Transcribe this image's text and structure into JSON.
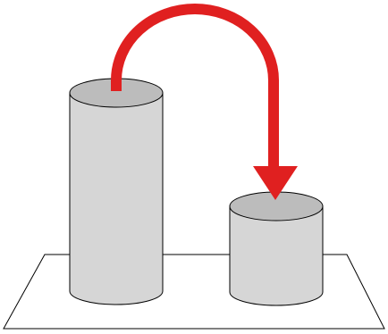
{
  "diagram": {
    "cylinders": [
      {
        "id": "tall",
        "relative_height": "tall"
      },
      {
        "id": "short",
        "relative_height": "short"
      }
    ],
    "arrow": {
      "from": "tall",
      "to": "short"
    },
    "colors": {
      "cylinder_body": "#d6d6d6",
      "cylinder_top": "#bcbcbc",
      "outline": "#000000",
      "arrow": "#e02020",
      "platform": "#ffffff"
    }
  }
}
